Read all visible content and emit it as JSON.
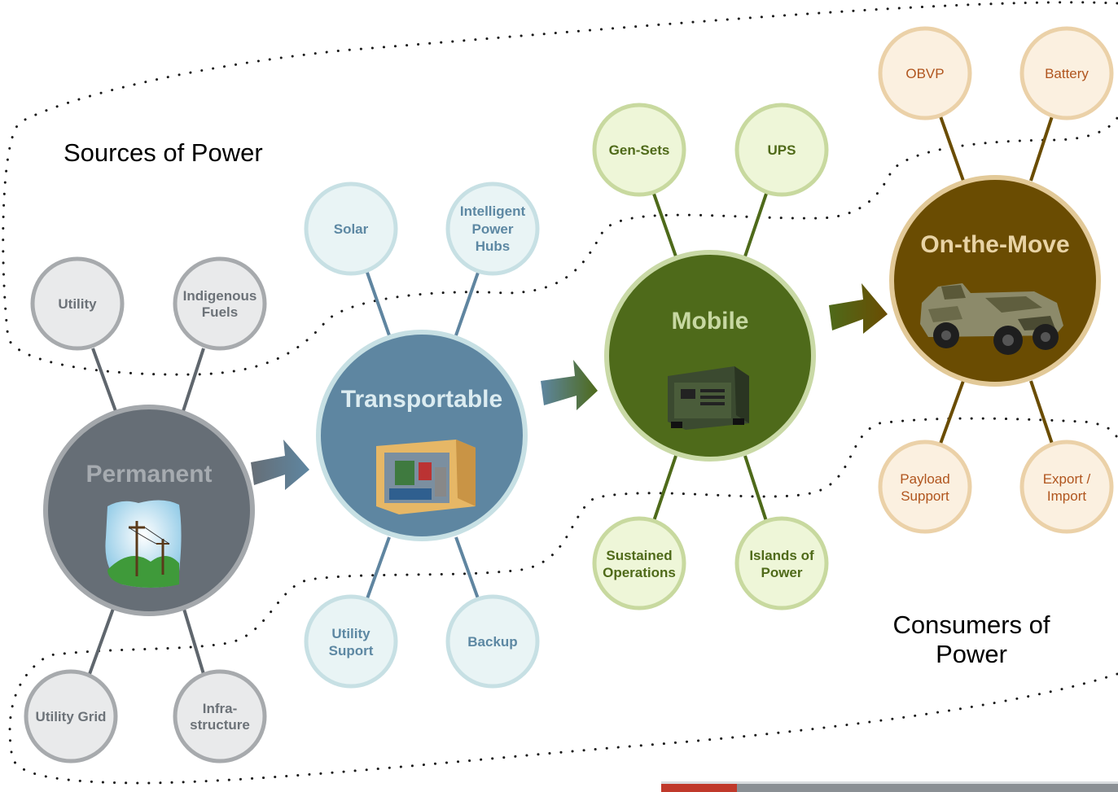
{
  "labels": {
    "sources": "Sources of Power",
    "consumers_line1": "Consumers of",
    "consumers_line2": "Power"
  },
  "hubs": {
    "permanent": {
      "title": "Permanent",
      "image": "power-lines-illustration",
      "fill": "#666e76",
      "ring": "#a3a7ab",
      "text_color": "#a6abb0"
    },
    "transportable": {
      "title": "Transportable",
      "image": "transportable-generator-container",
      "fill": "#5e86a1",
      "ring": "#c7e0e4",
      "text_color": "#dcecf1"
    },
    "mobile": {
      "title": "Mobile",
      "image": "mobile-generator-unit",
      "fill": "#4e6a1a",
      "ring": "#c9d9a6",
      "text_color": "#c7d8a2"
    },
    "on_the_move": {
      "title": "On-the-Move",
      "image": "humvee-vehicle",
      "fill": "#6a4c02",
      "ring": "#e2c998",
      "text_color": "#e8d3a5"
    }
  },
  "satellites": {
    "utility": {
      "line1": "Utility",
      "line2": ""
    },
    "indigenous_fuels": {
      "line1": "Indigenous",
      "line2": "Fuels"
    },
    "utility_grid": {
      "line1": "Utility Grid",
      "line2": ""
    },
    "infrastructure": {
      "line1": "Infra-",
      "line2": "structure"
    },
    "solar": {
      "line1": "Solar",
      "line2": ""
    },
    "intelligent_power_hubs": {
      "line1": "Intelligent",
      "line2": "Power",
      "line3": "Hubs"
    },
    "utility_suport": {
      "line1": "Utility",
      "line2": "Suport"
    },
    "backup": {
      "line1": "Backup",
      "line2": ""
    },
    "gen_sets": {
      "line1": "Gen-Sets",
      "line2": ""
    },
    "ups": {
      "line1": "UPS",
      "line2": ""
    },
    "sustained_operations": {
      "line1": "Sustained",
      "line2": "Operations"
    },
    "islands_of_power": {
      "line1": "Islands of",
      "line2": "Power"
    },
    "obvp": {
      "line1": "OBVP",
      "line2": ""
    },
    "battery": {
      "line1": "Battery",
      "line2": ""
    },
    "payload_support": {
      "line1": "Payload",
      "line2": "Support"
    },
    "export_import": {
      "line1": "Export /",
      "line2": "Import"
    }
  },
  "colors": {
    "gray_sat_fill": "#e9eaeb",
    "gray_sat_ring": "#a7aaad",
    "gray_sat_text": "#6c7278",
    "gray_line": "#5f666d",
    "blue_sat_fill": "#e9f4f5",
    "blue_sat_ring": "#c7e0e4",
    "blue_sat_text": "#5d88a3",
    "blue_line": "#5f85a0",
    "green_sat_fill": "#eef6d8",
    "green_sat_ring": "#c8d99f",
    "green_sat_text": "#4f6a19",
    "green_line": "#4e6a1a",
    "tan_sat_fill": "#fbf0e0",
    "tan_sat_ring": "#ebd1a8",
    "tan_sat_text": "#b0551e",
    "tan_line": "#6a4c02",
    "arrow_dark": "#6a4c02",
    "dotted_line": "#1a1a1a"
  }
}
